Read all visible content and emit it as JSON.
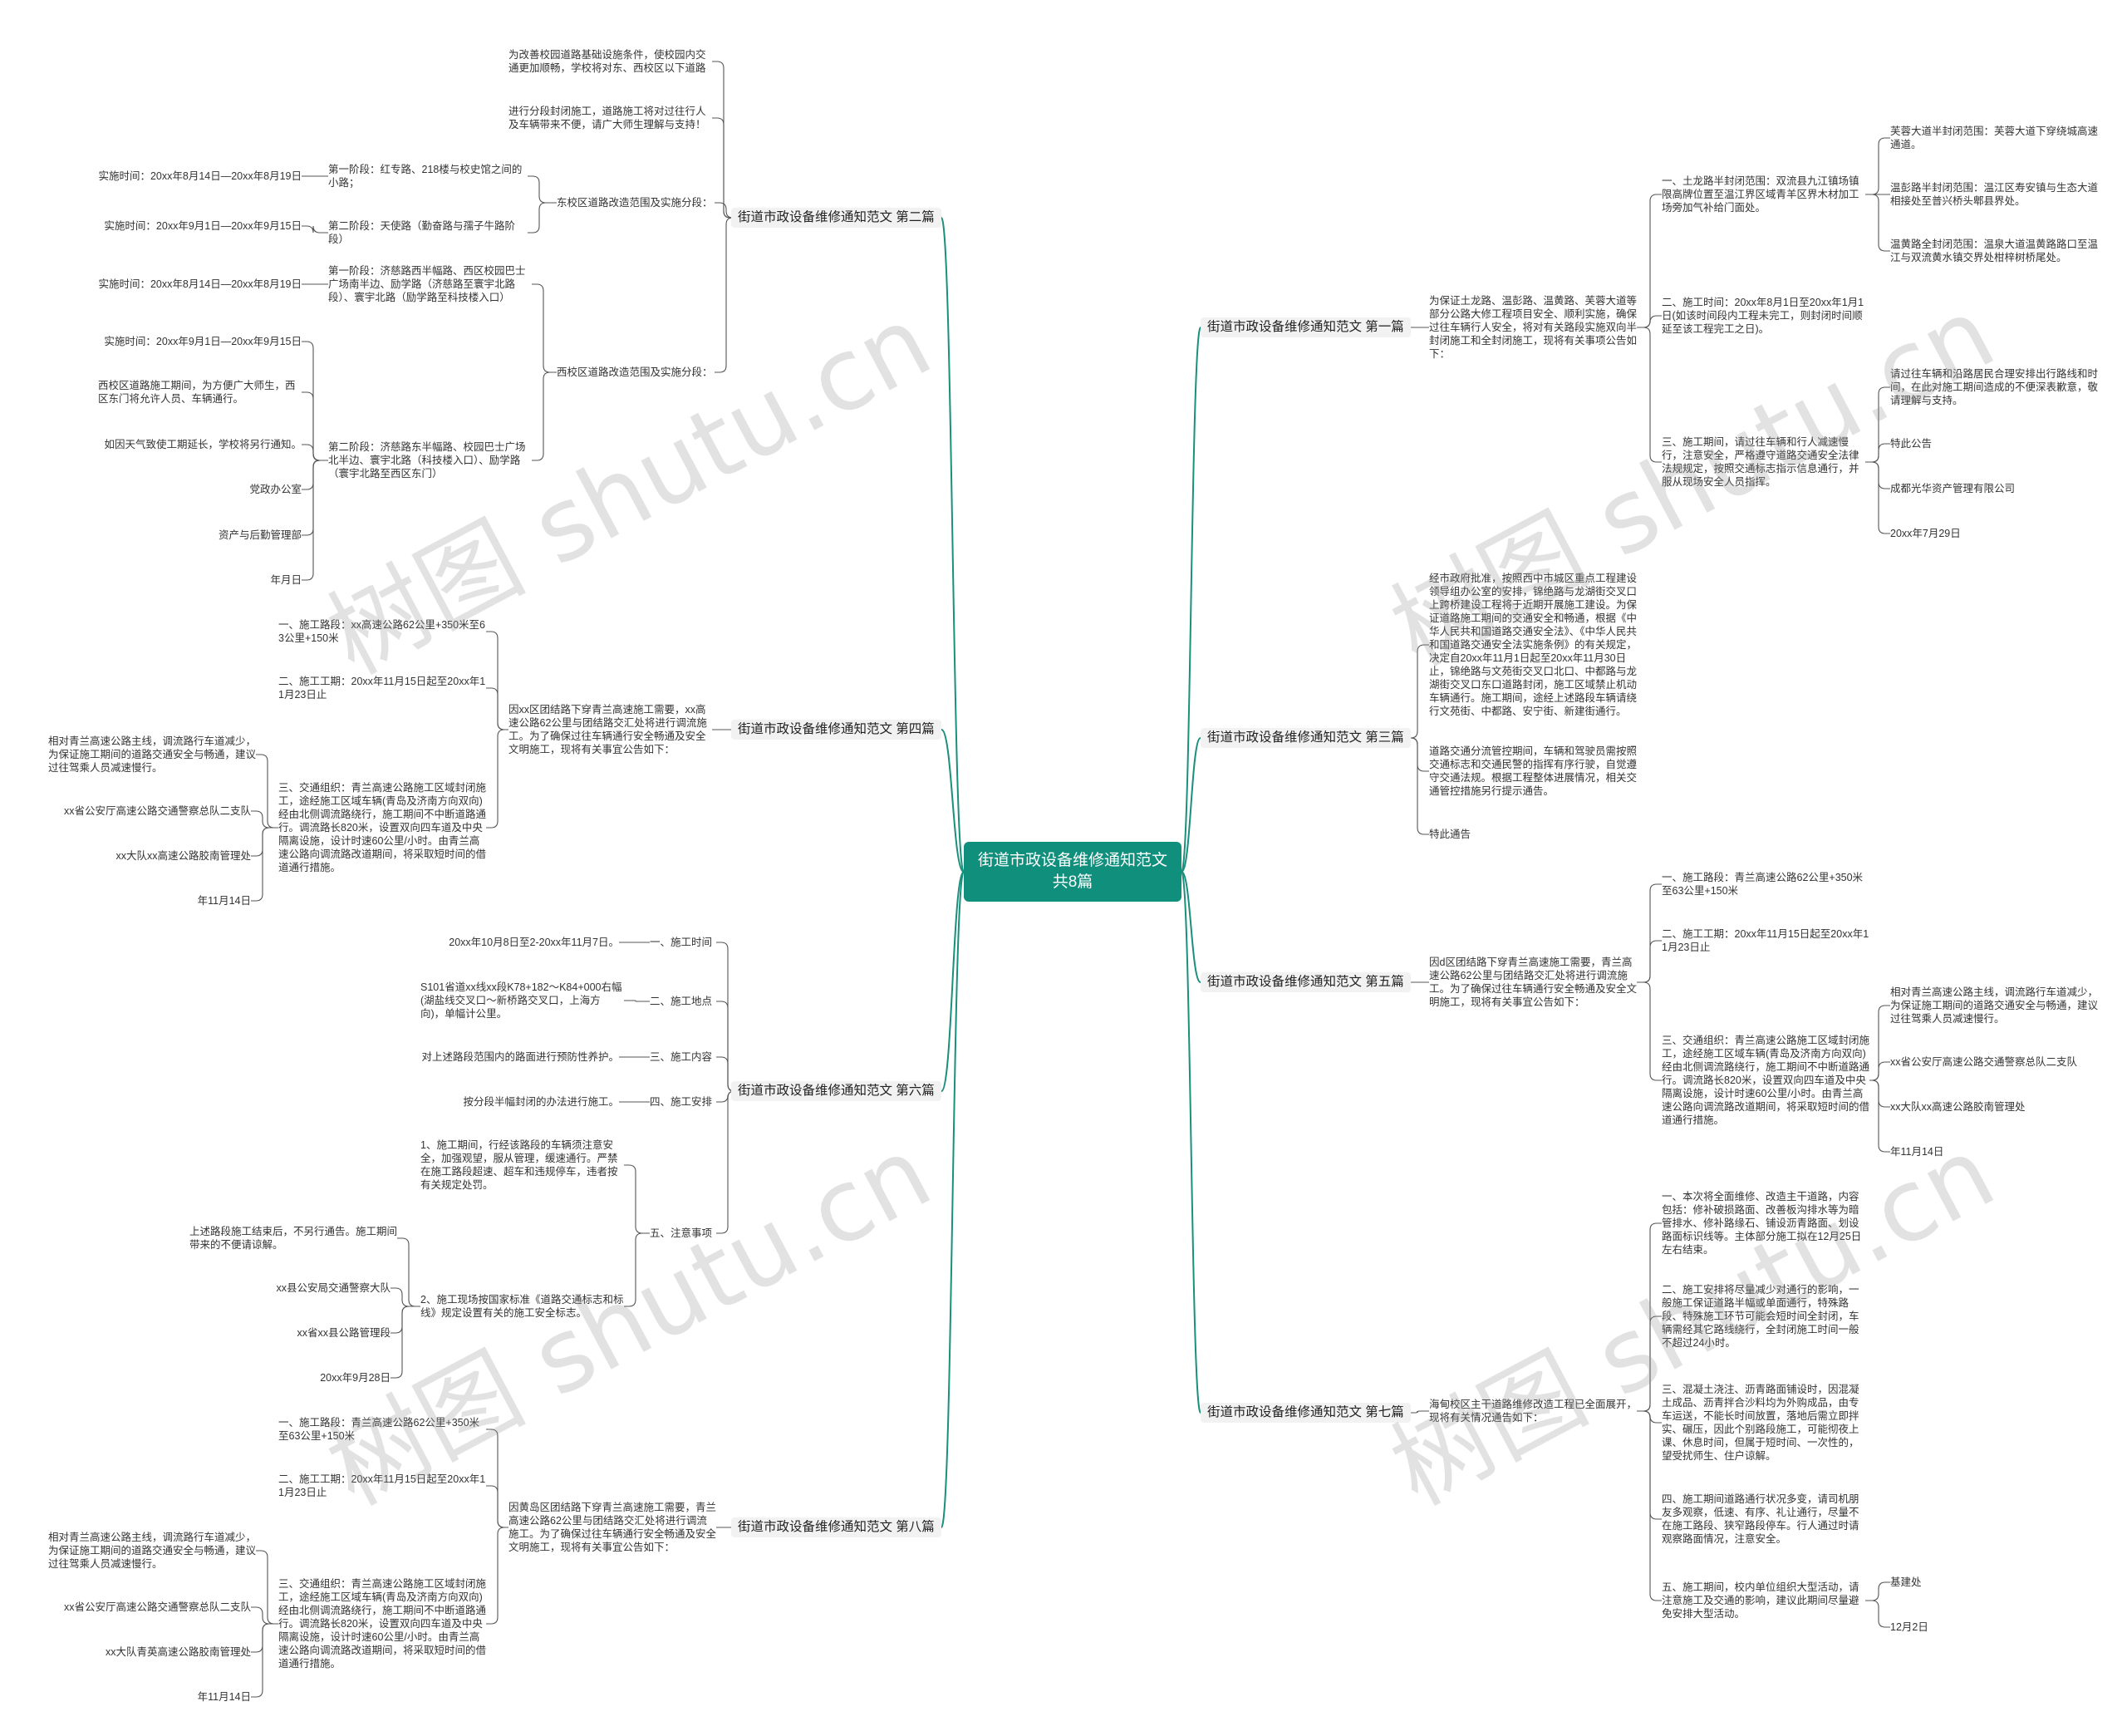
{
  "root": {
    "label": "街道市政设备维修通知范文共8篇"
  },
  "watermark": "树图 shutu.cn",
  "nodes": {
    "b2": "街道市政设备维修通知范文 第二篇",
    "b2a": "为改善校园道路基础设施条件，使校园内交通更加顺畅，学校将对东、西校区以下道路",
    "b2b": "进行分段封闭施工，道路施工将对过往行人及车辆带来不便，请广大师生理解与支持！",
    "b2c": "东校区道路改造范围及实施分段：",
    "b2c1": "第一阶段：红专路、218楼与校史馆之间的小路；",
    "b2c1a": "实施时间：20xx年8月14日—20xx年8月19日",
    "b2c2": "第二阶段：天使路（勤奋路与孺子牛路阶段）",
    "b2c2a": "实施时间：20xx年9月1日—20xx年9月15日",
    "b2d": "西校区道路改造范围及实施分段：",
    "b2d1": "第一阶段：济慈路西半幅路、西区校园巴士广场南半边、励学路（济慈路至寰宇北路段）、寰宇北路（励学路至科技楼入口）",
    "b2d1a": "实施时间：20xx年8月14日—20xx年8月19日",
    "b2d2": "第二阶段：济慈路东半幅路、校园巴士广场北半边、寰宇北路（科技楼入口）、励学路（寰宇北路至西区东门）",
    "b2d2a": "实施时间：20xx年9月1日—20xx年9月15日",
    "b2d2b": "西校区道路施工期间，为方便广大师生，西区东门将允许人员、车辆通行。",
    "b2d2c": "如因天气致使工期延长，学校将另行通知。",
    "b2d2d": "党政办公室",
    "b2d2e": "资产与后勤管理部",
    "b2d2f": "年月日",
    "b4": "街道市政设备维修通知范文 第四篇",
    "b4a": "因xx区团结路下穿青兰高速施工需要，xx高速公路62公里与团结路交汇处将进行调流施工。为了确保过往车辆通行安全畅通及安全文明施工，现将有关事宜公告如下：",
    "b4a1": "一、施工路段：xx高速公路62公里+350米至63公里+150米",
    "b4a2": "二、施工工期：20xx年11月15日起至20xx年11月23日止",
    "b4a3": "三、交通组织：青兰高速公路施工区域封闭施工，途经施工区域车辆(青岛及济南方向双向)经由北侧调流路绕行，施工期间不中断道路通行。调流路长820米，设置双向四车道及中央隔离设施，设计时速60公里/小时。由青兰高速公路向调流路改道期间，将采取短时间的借道通行措施。",
    "b4a3a": "相对青兰高速公路主线，调流路行车道减少，为保证施工期间的道路交通安全与畅通，建议过往驾乘人员减速慢行。",
    "b4a3b": "xx省公安厅高速公路交通警察总队二支队",
    "b4a3c": "xx大队xx高速公路胶南管理处",
    "b4a3d": "年11月14日",
    "b6": "街道市政设备维修通知范文 第六篇",
    "b6a": "一、施工时间",
    "b6a1": "20xx年10月8日至2-20xx年11月7日。",
    "b6b": "二、施工地点",
    "b6b1": "S101省道xx线xx段K78+182～K84+000右幅(湖盐线交叉口～新桥路交叉口，上海方向)，单幅计公里。",
    "b6c": "三、施工内容",
    "b6c1": "对上述路段范围内的路面进行预防性养护。",
    "b6d": "四、施工安排",
    "b6d1": "按分段半幅封闭的办法进行施工。",
    "b6e": "五、注意事项",
    "b6e1": "1、施工期间，行经该路段的车辆须注意安全，加强观望，服从管理，缓速通行。严禁在施工路段超速、超车和违规停车，违者按有关规定处罚。",
    "b6e2": "2、施工现场按国家标准《道路交通标志和标线》规定设置有关的施工安全标志。",
    "b6e2a": "上述路段施工结束后，不另行通告。施工期间带来的不便请谅解。",
    "b6e2b": "xx县公安局交通警察大队",
    "b6e2c": "xx省xx县公路管理段",
    "b6e2d": "20xx年9月28日",
    "b8": "街道市政设备维修通知范文 第八篇",
    "b8a": "因黄岛区团结路下穿青兰高速施工需要，青兰高速公路62公里与团结路交汇处将进行调流施工。为了确保过往车辆通行安全畅通及安全文明施工，现将有关事宜公告如下：",
    "b8a1": "一、施工路段：青兰高速公路62公里+350米至63公里+150米",
    "b8a2": "二、施工工期：20xx年11月15日起至20xx年11月23日止",
    "b8a3": "三、交通组织：青兰高速公路施工区域封闭施工，途经施工区域车辆(青岛及济南方向双向)经由北侧调流路绕行，施工期间不中断道路通行。调流路长820米，设置双向四车道及中央隔离设施，设计时速60公里/小时。由青兰高速公路向调流路改道期间，将采取短时间的借道通行措施。",
    "b8a3a": "相对青兰高速公路主线，调流路行车道减少，为保证施工期间的道路交通安全与畅通，建议过往驾乘人员减速慢行。",
    "b8a3b": "xx省公安厅高速公路交通警察总队二支队",
    "b8a3c": "xx大队青英高速公路胶南管理处",
    "b8a3d": "年11月14日",
    "b1": "街道市政设备维修通知范文 第一篇",
    "b1a": "为保证土龙路、温彭路、温黄路、芙蓉大道等部分公路大修工程项目安全、顺利实施，确保过往车辆行人安全，将对有关路段实施双向半封闭施工和全封闭施工，现将有关事项公告如下：",
    "b1a1": "一、土龙路半封闭范围：双流县九江镇场镇限高牌位置至温江界区域青羊区界木材加工场旁加气补给门面处。",
    "b1a1a": "芙蓉大道半封闭范围：芙蓉大道下穿绕城高速通道。",
    "b1a1b": "温彭路半封闭范围：温江区寿安镇与生态大道相接处至普兴桥头郫县界处。",
    "b1a1c": "温黄路全封闭范围：温泉大道温黄路路口至温江与双流黄水镇交界处柑梓树桥尾处。",
    "b1a2": "二、施工时间：20xx年8月1日至20xx年1月1日(如该时间段内工程未完工，则封闭时间顺延至该工程完工之日)。",
    "b1a3": "三、施工期间，请过往车辆和行人减速慢行，注意安全，严格遵守道路交通安全法律法规规定，按照交通标志指示信息通行，并服从现场安全人员指挥。",
    "b1a3a": "请过往车辆和沿路居民合理安排出行路线和时间，在此对施工期间造成的不便深表歉意，敬请理解与支持。",
    "b1a3b": "特此公告",
    "b1a3c": "成都光华资产管理有限公司",
    "b1a3d": "20xx年7月29日",
    "b3": "街道市政设备维修通知范文 第三篇",
    "b3a": "经市政府批准，按照西中市城区重点工程建设领导组办公室的安排，锦绝路与龙湖街交叉口上跨桥建设工程将于近期开展施工建设。为保证道路施工期间的交通安全和畅通，根据《中华人民共和国道路交通安全法》、《中华人民共和国道路交通安全法实施条例》的有关规定，决定自20xx年11月1日起至20xx年11月30日止，锦绝路与文苑街交叉口北口、中都路与龙湖街交叉口东口道路封闭，施工区域禁止机动车辆通行。施工期间，途经上述路段车辆请绕行文苑街、中都路、安宁街、新建街通行。",
    "b3b": "道路交通分流管控期间，车辆和驾驶员需按照交通标志和交通民警的指挥有序行驶，自觉遵守交通法规。根据工程整体进展情况，相关交通管控措施另行提示通告。",
    "b3c": "特此通告",
    "b5": "街道市政设备维修通知范文 第五篇",
    "b5a": "因d区团结路下穿青兰高速施工需要，青兰高速公路62公里与团结路交汇处将进行调流施工。为了确保过往车辆通行安全畅通及安全文明施工，现将有关事宜公告如下：",
    "b5a1": "一、施工路段：青兰高速公路62公里+350米至63公里+150米",
    "b5a2": "二、施工工期：20xx年11月15日起至20xx年11月23日止",
    "b5a3": "三、交通组织：青兰高速公路施工区域封闭施工，途经施工区域车辆(青岛及济南方向双向)经由北侧调流路绕行，施工期间不中断道路通行。调流路长820米，设置双向四车道及中央隔离设施，设计时速60公里/小时。由青兰高速公路向调流路改道期间，将采取短时间的借道通行措施。",
    "b5a3a": "相对青兰高速公路主线，调流路行车道减少，为保证施工期间的道路交通安全与畅通，建议过往驾乘人员减速慢行。",
    "b5a3b": "xx省公安厅高速公路交通警察总队二支队",
    "b5a3c": "xx大队xx高速公路胶南管理处",
    "b5a3d": "年11月14日",
    "b7": "街道市政设备维修通知范文 第七篇",
    "b7a": "海甸校区主干道路维修改造工程已全面展开，现将有关情况通告如下：",
    "b7a1": "一、本次将全面维修、改造主干道路，内容包括：修补破损路面、改善板沟排水等为暗管排水、修补路缘石、铺设沥青路面、划设路面标识线等。主体部分施工拟在12月25日左右结束。",
    "b7a2": "二、施工安排将尽量减少对通行的影响，一般施工保证道路半幅或单面通行，特殊路段、特殊施工环节可能会短时间全封闭，车辆需经其它路线绕行，全封闭施工时间一般不超过24小时。",
    "b7a3": "三、混凝土浇注、沥青路面铺设时，因混凝土成品、沥青拌合沙料均为外购成品，由专车运送，不能长时间放置，落地后需立即拌实、碾压，因此个别路段施工，可能彻夜上课、休息时间，但属于短时间、一次性的，望受扰师生、住户谅解。",
    "b7a4": "四、施工期间道路通行状况多变，请司机朋友多观察，低速、有序、礼让通行，尽量不在施工路段、狭窄路段停车。行人通过时请观察路面情况，注意安全。",
    "b7a5": "五、施工期间，校内单位组织大型活动，请注意施工及交通的影响，建议此期间尽量避免安排大型活动。",
    "b7a5a": "基建处",
    "b7a5b": "12月2日"
  }
}
